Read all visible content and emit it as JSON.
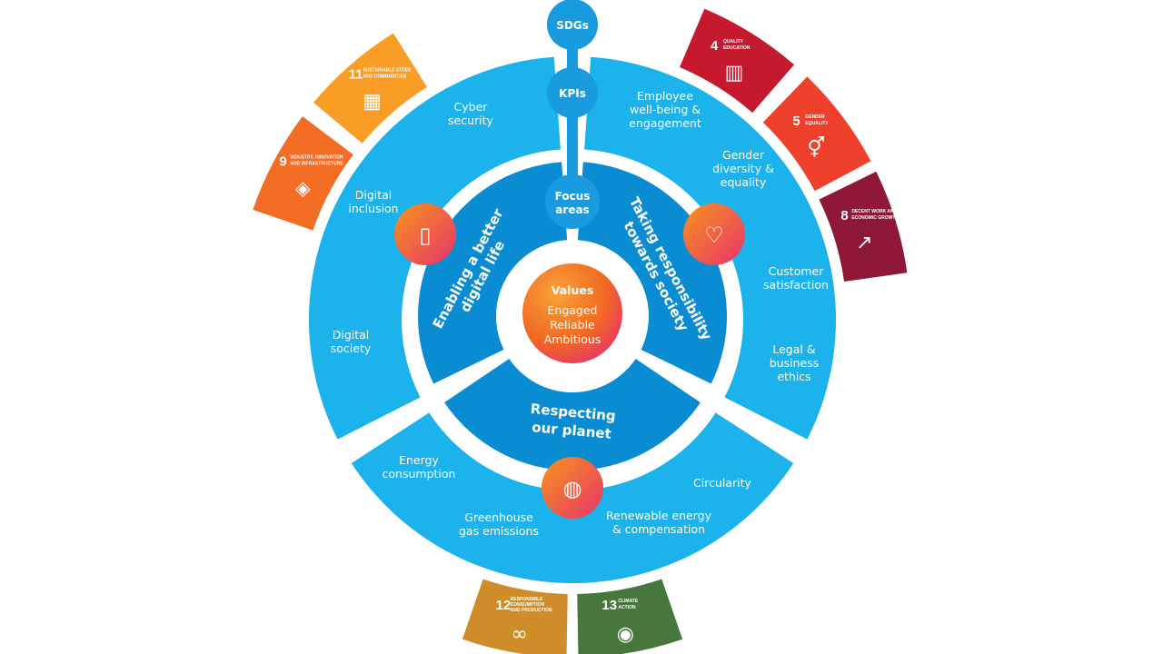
{
  "colors": {
    "outer_ring": "#1cb2ec",
    "focus_ring": "#0a8cd2",
    "bubble": "#1a9be0",
    "icon_grad_start": "#f7941d",
    "icon_grad_end": "#e8336b"
  },
  "bubbles": {
    "sdgs": "SDGs",
    "kpis": "KPIs",
    "focus_line1": "Focus",
    "focus_line2": "areas"
  },
  "values": {
    "title": "Values",
    "items": [
      "Engaged",
      "Reliable",
      "Ambitious"
    ]
  },
  "focus_areas": [
    {
      "lines": [
        "Enabling a better",
        "digital life"
      ],
      "icon": "phone-icon"
    },
    {
      "lines": [
        "Taking responsibility",
        "towards society"
      ],
      "icon": "heart-hand-icon"
    },
    {
      "lines": [
        "Respecting",
        "our planet"
      ],
      "icon": "globe-heart-icon"
    }
  ],
  "kpis": [
    {
      "lines": [
        "Cyber",
        "security"
      ]
    },
    {
      "lines": [
        "Employee",
        "well-being &",
        "engagement"
      ]
    },
    {
      "lines": [
        "Gender",
        "diversity &",
        "equality"
      ]
    },
    {
      "lines": [
        "Digital",
        "inclusion"
      ]
    },
    {
      "lines": [
        "Customer",
        "satisfaction"
      ]
    },
    {
      "lines": [
        "Digital",
        "society"
      ]
    },
    {
      "lines": [
        "Legal &",
        "business",
        "ethics"
      ]
    },
    {
      "lines": [
        "Energy",
        "consumption"
      ]
    },
    {
      "lines": [
        "Circularity"
      ]
    },
    {
      "lines": [
        "Greenhouse",
        "gas emissions"
      ]
    },
    {
      "lines": [
        "Renewable energy",
        "& compensation"
      ]
    }
  ],
  "sdgs": [
    {
      "number": "4",
      "label": [
        "QUALITY",
        "EDUCATION"
      ],
      "color": "#c5192d",
      "icon": "book-icon",
      "glyph": "▥"
    },
    {
      "number": "5",
      "label": [
        "GENDER",
        "EQUALITY"
      ],
      "color": "#ef402b",
      "icon": "gender-equality-icon",
      "glyph": "⚥"
    },
    {
      "number": "8",
      "label": [
        "DECENT WORK AND",
        "ECONOMIC GROWTH"
      ],
      "color": "#8f1838",
      "icon": "growth-chart-icon",
      "glyph": "↗"
    },
    {
      "number": "9",
      "label": [
        "INDUSTRY, INNOVATION",
        "AND INFRASTRUCTURE"
      ],
      "color": "#f36d25",
      "icon": "cubes-icon",
      "glyph": "◈"
    },
    {
      "number": "11",
      "label": [
        "SUSTAINABLE CITIES",
        "AND COMMUNITIES"
      ],
      "color": "#f99d26",
      "icon": "city-icon",
      "glyph": "▦"
    },
    {
      "number": "12",
      "label": [
        "RESPONSIBLE",
        "CONSUMPTION",
        "AND PRODUCTION"
      ],
      "color": "#cf8d2a",
      "icon": "infinity-icon",
      "glyph": "∞"
    },
    {
      "number": "13",
      "label": [
        "CLIMATE",
        "ACTION"
      ],
      "color": "#48773e",
      "icon": "eye-globe-icon",
      "glyph": "◉"
    }
  ]
}
